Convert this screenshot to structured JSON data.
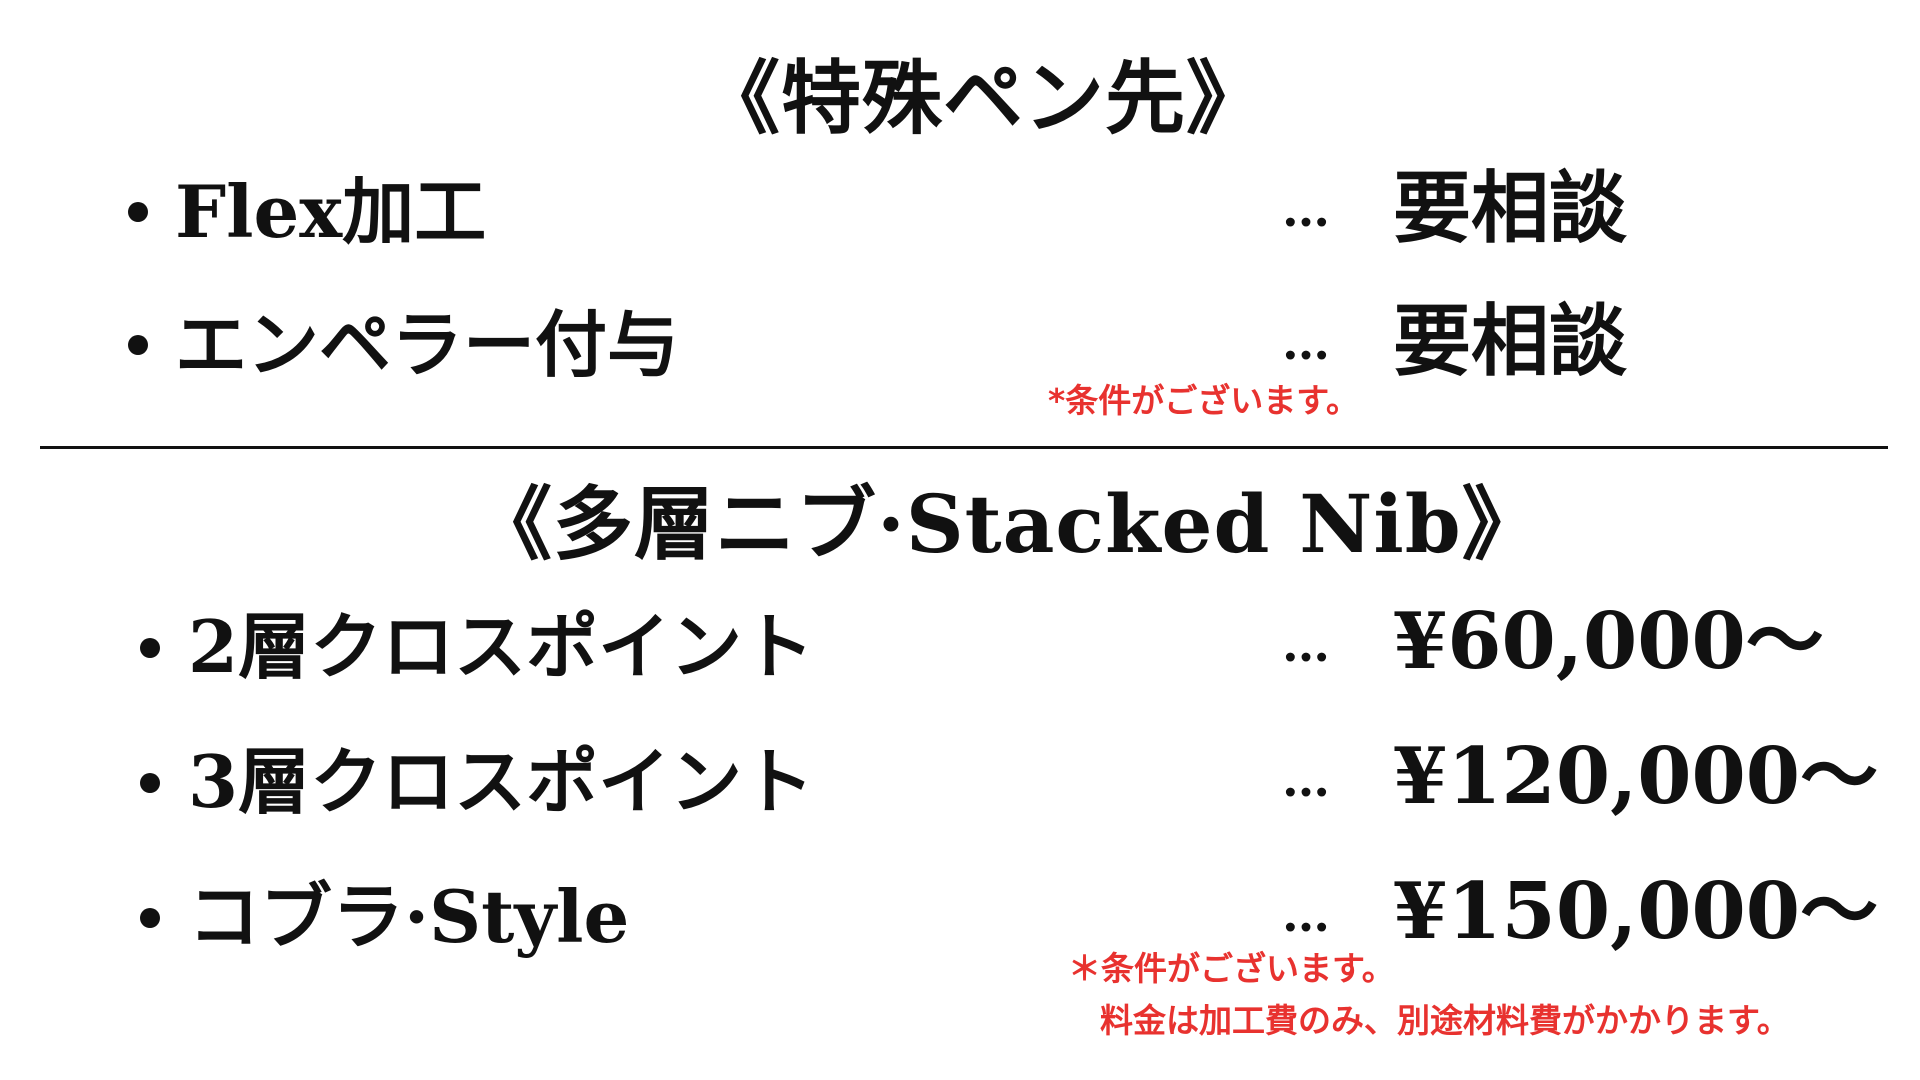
{
  "section1": {
    "title": "《特殊ペン先》",
    "items": [
      {
        "name": "Flex加工",
        "sep": "…",
        "price": "要相談"
      },
      {
        "name": "エンペラー付与",
        "sep": "…",
        "price": "要相談"
      }
    ],
    "note": "*条件がございます。"
  },
  "section2": {
    "title": "《多層ニブ·Stacked Nib》",
    "items": [
      {
        "name": "2層クロスポイント",
        "sep": "…",
        "price": "¥60,000〜"
      },
      {
        "name": "3層クロスポイント",
        "sep": "…",
        "price": "¥120,000〜"
      },
      {
        "name": "コブラ·Style",
        "sep": "…",
        "price": "¥150,000〜"
      }
    ],
    "note_line1": "＊条件がございます。",
    "note_line2": "料金は加工費のみ、別途材料費がかかります。"
  },
  "colors": {
    "text": "#111111",
    "note": "#e8322f",
    "background": "#ffffff"
  }
}
